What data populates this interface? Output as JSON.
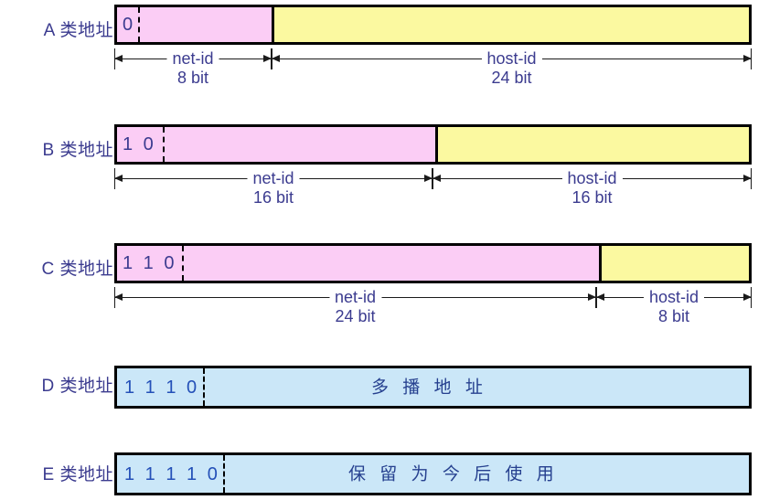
{
  "diagram": {
    "title_text_visible": false,
    "colors": {
      "net_id_fill": "#fbcdf5",
      "host_id_fill": "#fbf9a0",
      "reserved_fill": "#cbe7f8",
      "label_text": "#3b3b8f",
      "digit_text_blue": "#2450b8",
      "border": "#000000"
    },
    "rows": [
      {
        "id": "class-a",
        "label": "A 类地址",
        "prefix_bits": "0",
        "fields": [
          {
            "name": "net-id",
            "size": "8 bit"
          },
          {
            "name": "host-id",
            "size": "24 bit"
          }
        ]
      },
      {
        "id": "class-b",
        "label": "B 类地址",
        "prefix_bits": "1 0",
        "fields": [
          {
            "name": "net-id",
            "size": "16 bit"
          },
          {
            "name": "host-id",
            "size": "16 bit"
          }
        ]
      },
      {
        "id": "class-c",
        "label": "C 类地址",
        "prefix_bits": "1 1 0",
        "fields": [
          {
            "name": "net-id",
            "size": "24 bit"
          },
          {
            "name": "host-id",
            "size": "8 bit"
          }
        ]
      },
      {
        "id": "class-d",
        "label": "D 类地址",
        "prefix_bits": "1 1 1 0",
        "body_text": "多 播 地 址",
        "fields": []
      },
      {
        "id": "class-e",
        "label": "E 类地址",
        "prefix_bits": "1 1 1 1 0",
        "body_text": "保 留 为 今 后 使 用",
        "fields": []
      }
    ]
  }
}
